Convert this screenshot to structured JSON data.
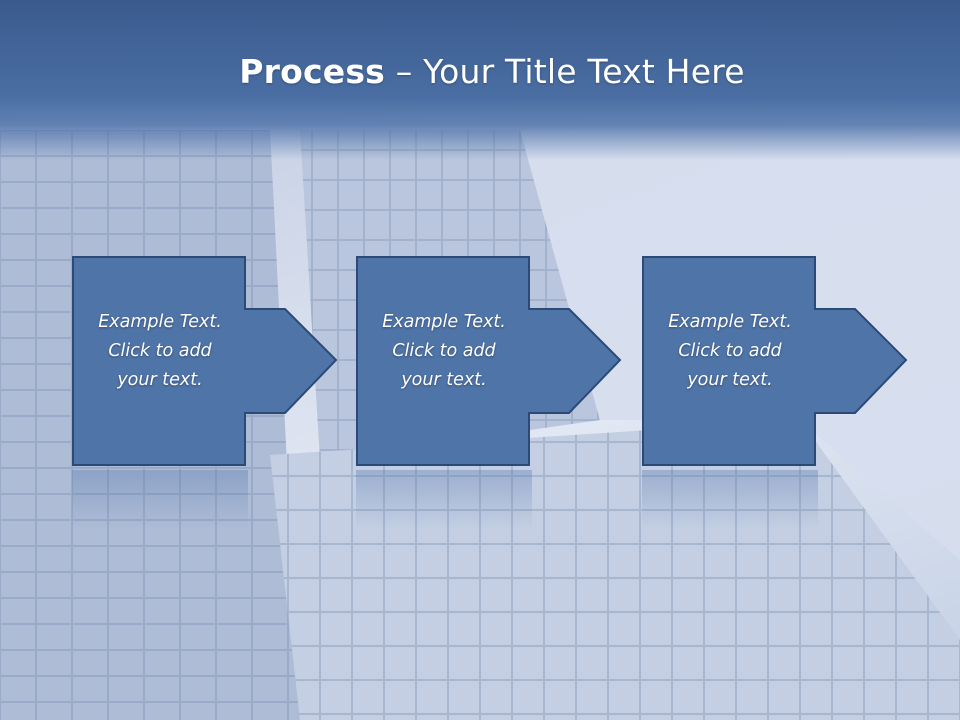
{
  "slide": {
    "title_bold": "Process",
    "title_rest": " – Your Title Text Here"
  },
  "steps": [
    {
      "text": "Example Text.\nClick  to add\nyour text."
    },
    {
      "text": "Example Text.\nClick  to add\nyour text."
    },
    {
      "text": "Example Text.\nClick  to add\nyour text."
    }
  ],
  "colors": {
    "title_band": "#4a6ea3",
    "box_fill": "#4f74a8",
    "box_stroke": "#2c4a78",
    "text": "#ffffff"
  }
}
